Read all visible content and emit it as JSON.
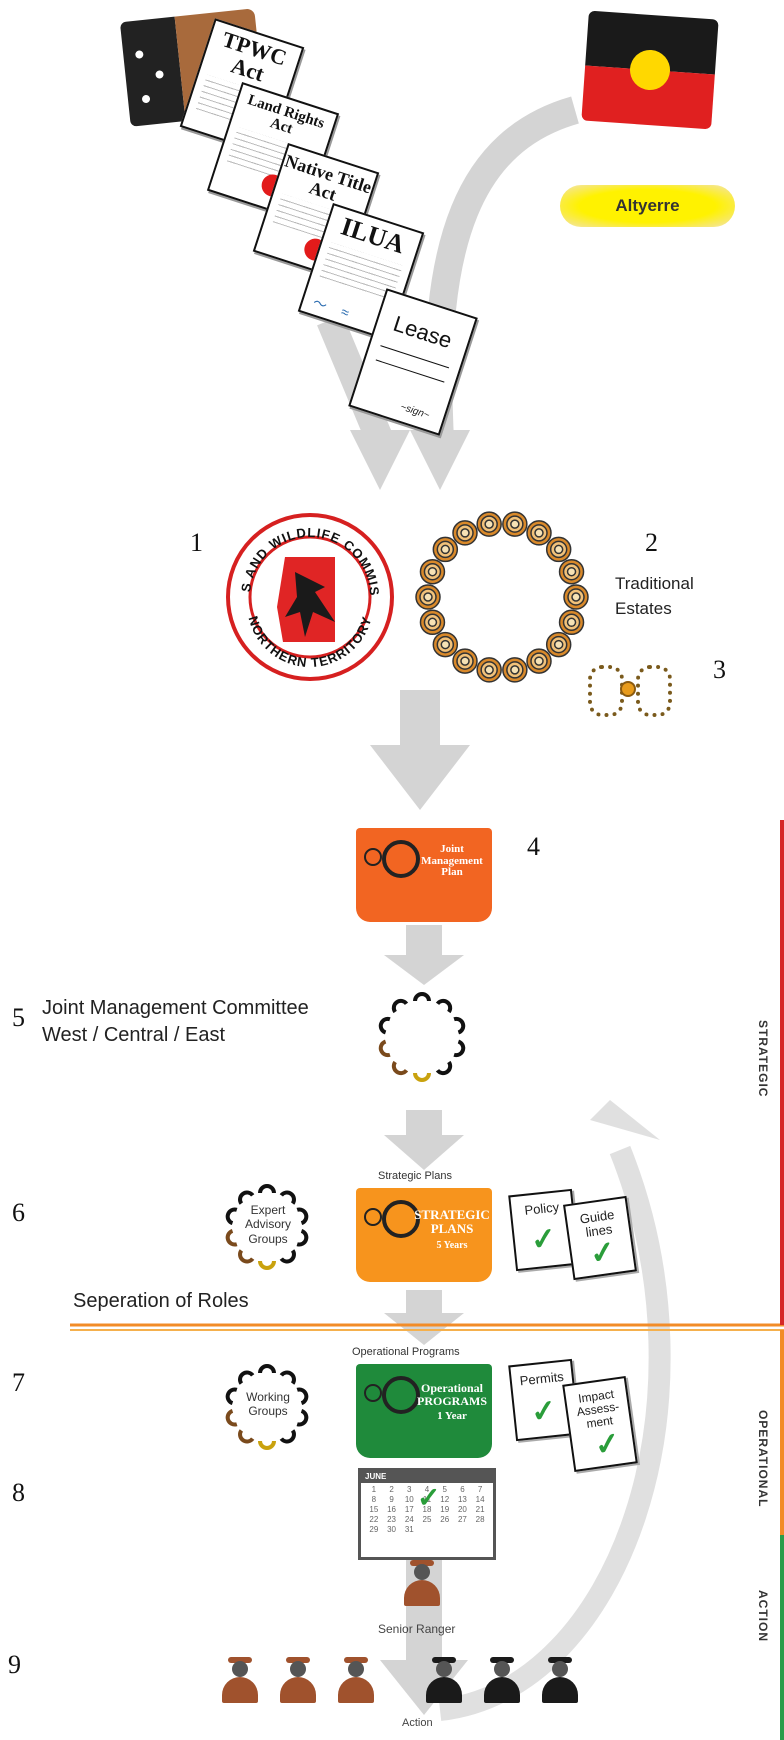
{
  "top": {
    "documents": {
      "tpwc": "TPWC Act",
      "land_rights": "Land Rights Act",
      "native_title": "Native Title Act",
      "ilua": "ILUA",
      "lease": "Lease"
    },
    "altyerre": "Altyerre"
  },
  "numbers": [
    "1",
    "2",
    "3",
    "4",
    "5",
    "6",
    "7",
    "8",
    "9"
  ],
  "emblem": {
    "top_text": "PARKS AND WILDLIFE COMMISSION",
    "bottom_text": "NORTHERN TERRITORY"
  },
  "traditional_estates": "Traditional Estates",
  "joint_management_plan": "Joint Management Plan",
  "committee": {
    "line1": "Joint Management Committee",
    "line2": "West / Central / East"
  },
  "strategic": {
    "heading": "Strategic Plans",
    "book_line1": "STRATEGIC",
    "book_line2": "PLANS",
    "book_line3": "5 Years",
    "advisory": "Expert Advisory Groups",
    "card1": "Policy",
    "card2": "Guide lines"
  },
  "separation": "Seperation of Roles",
  "operational": {
    "heading": "Operational Programs",
    "book_line1": "Operational",
    "book_line2": "PROGRAMS",
    "book_line3": "1 Year",
    "working": "Working Groups",
    "card1": "Permits",
    "card2": "Impact Assess- ment"
  },
  "calendar": {
    "month": "JUNE",
    "days": [
      "1",
      "2",
      "3",
      "4",
      "5",
      "6",
      "7",
      "8",
      "9",
      "10",
      "11",
      "12",
      "13",
      "14",
      "15",
      "16",
      "17",
      "18",
      "19",
      "20",
      "21",
      "22",
      "23",
      "24",
      "25",
      "26",
      "27",
      "28",
      "29",
      "30",
      "31"
    ]
  },
  "senior_ranger": "Senior Ranger",
  "action": "Action",
  "side_labels": {
    "strategic": "STRATEGIC",
    "operational": "OPERATIONAL",
    "action": "ACTION"
  },
  "colors": {
    "arrow": "#d4d4d4",
    "strategic_bar": "#d62828",
    "operational_bar": "#f28c28",
    "action_bar": "#2a9d4a",
    "jmp_book": "#f26522",
    "strategic_book": "#f7941d",
    "operational_book": "#1f8a3b",
    "ochre": "#c8801c",
    "ranger_brown": "#a0522d"
  }
}
